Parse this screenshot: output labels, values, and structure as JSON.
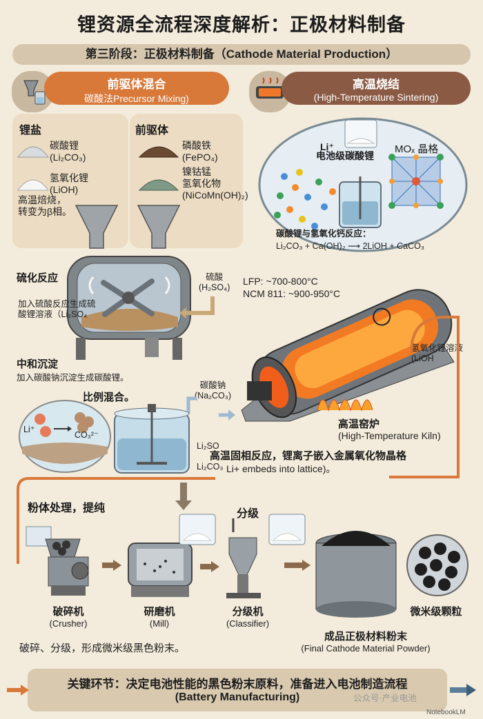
{
  "title": "锂资源全流程深度解析：正极材料制备",
  "stage": "第三阶段：正极材料制备（Cathode Material Production）",
  "left_header": {
    "title": "前驱体混合",
    "subtitle": "碳酸法Precursor Mixing)"
  },
  "right_header": {
    "title": "高温烧结",
    "subtitle": "(High-Temperature Sintering)"
  },
  "lithium_salt": {
    "heading": "锂盐",
    "item1_name": "碳酸锂",
    "item1_formula": "(Li₂CO₃)",
    "item2_name": "氢氧化锂",
    "item2_formula": "(LiOH)",
    "note": "高温焙烧，\n转变为β相。"
  },
  "precursor": {
    "heading": "前驱体",
    "item1_name": "磷酸铁",
    "item1_formula": "(FePO₄)",
    "item2_name": "镍钴锰\n氢氧化物",
    "item2_formula": "(NiCoMn(OH)₂)"
  },
  "reaction": {
    "sulfation": "硫化反应",
    "sulfuric_acid": "硫酸\n(H₂SO₄)",
    "sulfation_note": "加入硫酸反应生成硫\n酸锂溶液（Li₂SO₄",
    "neutral_heading": "中和沉淀",
    "neutral_note": "加入碳酸钠沉淀生成碳酸锂。",
    "ratio": "比例混合。",
    "sodium_carbonate": "碳酸钠\n(Na₂CO₃)",
    "li2so4": "Li₂SO",
    "li2co3": "Li₂CO₃"
  },
  "magnifier": {
    "li_label": "Li⁺",
    "li_plus": "Li⁺",
    "co3": "CO₃²⁻"
  },
  "crystal": {
    "li_label": "Li⁺",
    "battery_grade": "电池级碳酸锂",
    "mox": "MOₓ 晶格",
    "reaction_title": "碳酸锂与氢氧化钙反应：",
    "equation": "Li₂CO₃ + Ca(OH)₂ ⟶ 2LiOH + CaCO₃"
  },
  "temps": {
    "lfp": "LFP: ~700-800°C",
    "ncm": "NCM 811: ~900-950°C"
  },
  "lioh_tag": "氢氧化锂溶液\n(LiOH",
  "kiln": {
    "name": "高温窑炉",
    "en": "(High-Temperature Kiln)"
  },
  "solid_reaction": {
    "cn": "高温固相反应，锂离子嵌入金属氧化物晶格",
    "en": "Li+ embeds into lattice)。"
  },
  "powder": {
    "heading": "粉体处理，提纯",
    "crusher": "破碎机",
    "crusher_en": "(Crusher)",
    "mill": "研磨机",
    "mill_en": "(Mill)",
    "classify_label": "分级",
    "classifier": "分级机",
    "classifier_en": "(Classifier)",
    "final": "成品正极材料粉末",
    "final_en": "(Final Cathode Material Powder)",
    "micro": "微米级颗粒",
    "summary": "破碎、分级，形成微米级黑色粉末。"
  },
  "footer": {
    "line1": "关键环节：决定电池性能的黑色粉末原料，准备进入电池制造流程",
    "line2": "(Battery Manufacturing)"
  },
  "watermark": "公众号·产业电池",
  "brand": "NotebookLM",
  "colors": {
    "orange": "#d8793a",
    "brown": "#8a5a44",
    "panel": "#ecdcc3",
    "bg": "#f3ebdb"
  }
}
